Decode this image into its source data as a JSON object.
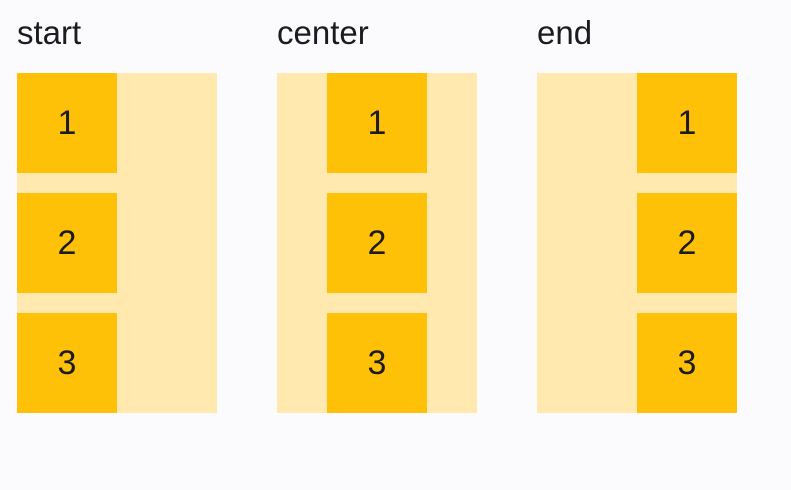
{
  "colors": {
    "background": "#FBFBFE",
    "container": "#FFE9AE",
    "item": "#FFC107",
    "text": "#1C1B1F"
  },
  "demos": [
    {
      "label": "start",
      "align": "start",
      "items": [
        "1",
        "2",
        "3"
      ]
    },
    {
      "label": "center",
      "align": "center",
      "items": [
        "1",
        "2",
        "3"
      ]
    },
    {
      "label": "end",
      "align": "end",
      "items": [
        "1",
        "2",
        "3"
      ]
    }
  ]
}
